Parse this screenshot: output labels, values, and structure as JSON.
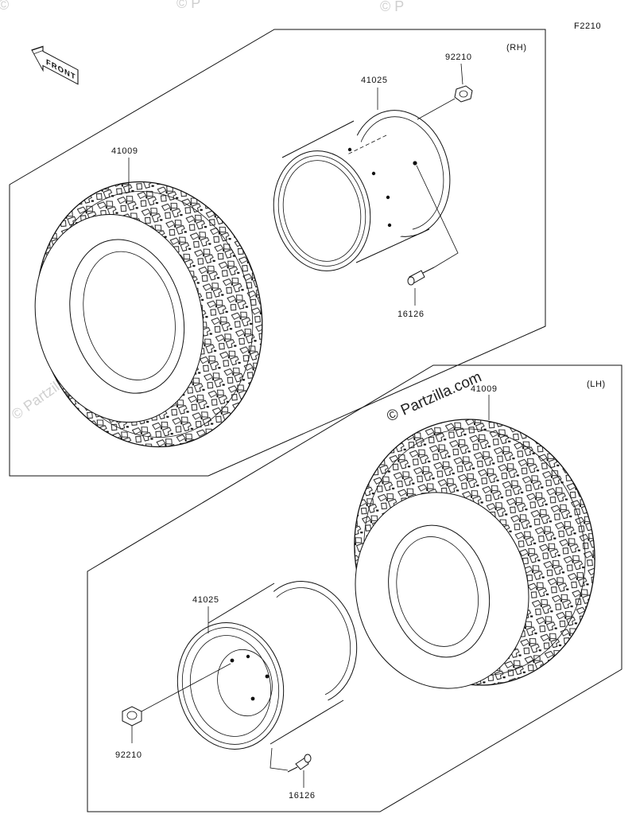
{
  "figure_code": "F2210",
  "sections": {
    "rh": {
      "side_label": "(RH)"
    },
    "lh": {
      "side_label": "(LH)"
    }
  },
  "direction": {
    "text": "FRONT",
    "icon": "front-arrow-icon"
  },
  "parts": {
    "tire_rh": "41009",
    "wheel_rh": "41025",
    "nut_rh": "92210",
    "valve_rh": "16126",
    "tire_lh": "41009",
    "wheel_lh": "41025",
    "nut_lh": "92210",
    "valve_lh": "16126"
  },
  "watermark": {
    "main": "© Partzilla.com",
    "faint_left": "© Partzilla.com",
    "faint_top_mid": "© P",
    "faint_top_right": "© P"
  }
}
